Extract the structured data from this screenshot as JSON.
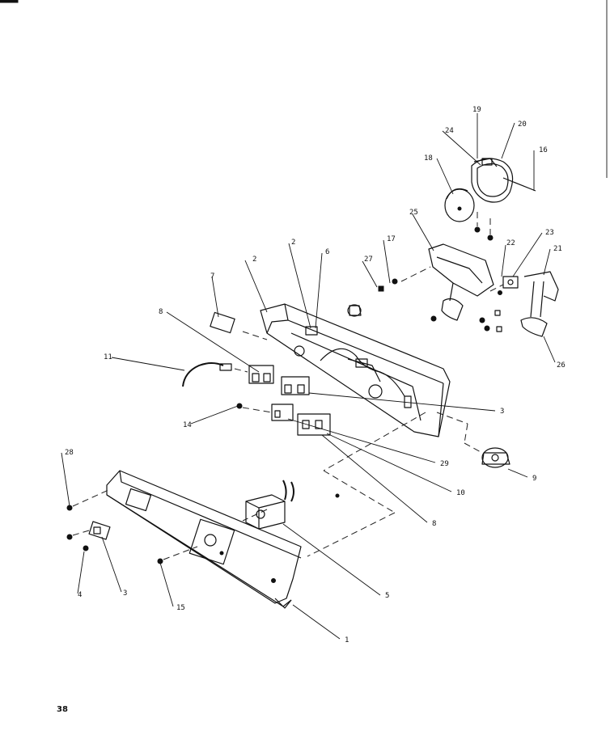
{
  "callouts": {
    "c19": "19",
    "c20": "20",
    "c24": "24",
    "c16": "16",
    "c18": "18",
    "c25": "25",
    "c17": "17",
    "c27": "27",
    "c22": "22",
    "c23": "23",
    "c21": "21",
    "c26": "26",
    "c2": "2",
    "c6": "6",
    "c12": "2",
    "c7": "7",
    "c8a": "8",
    "c11": "11",
    "c14": "14",
    "c13": "3",
    "c29": "29",
    "c9": "9",
    "c10": "10",
    "c8b": "8",
    "c28": "28",
    "c5": "5",
    "c4": "4",
    "c3": "3",
    "c15": "15",
    "c1": "1"
  },
  "page_number": "38"
}
